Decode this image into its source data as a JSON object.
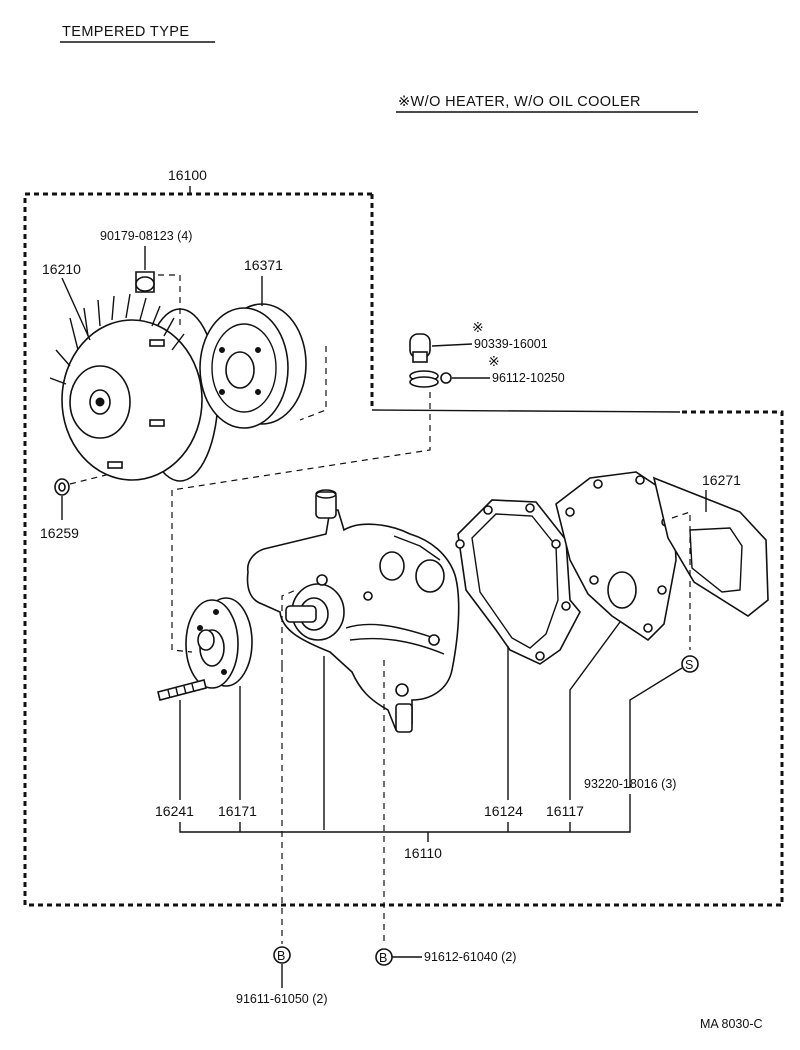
{
  "header": {
    "title": "TEMPERED TYPE",
    "note": "※W/O HEATER, W/O OIL  COOLER",
    "ref": "MA  8030-C"
  },
  "parts": {
    "p16100": "16100",
    "p90179": "90179-08123 (4)",
    "p16210": "16210",
    "p16371": "16371",
    "p90339": "90339-16001",
    "p96112": "96112-10250",
    "p16271": "16271",
    "p16259": "16259",
    "p93220": "93220-18016 (3)",
    "p16241": "16241",
    "p16171": "16171",
    "p16124": "16124",
    "p16117": "16117",
    "p16110": "16110",
    "p91611": "91611-61050 (2)",
    "p91612": "91612-61040 (2)"
  },
  "markers": {
    "star": "※",
    "S": "S",
    "B": "B"
  }
}
